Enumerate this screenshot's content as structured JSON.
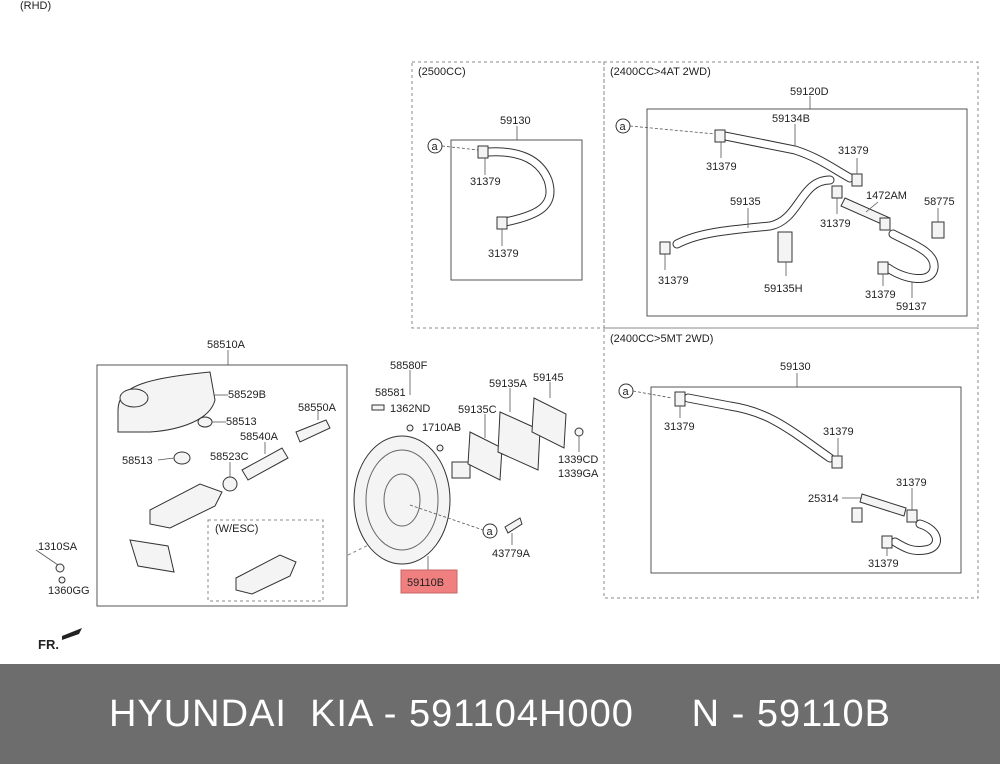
{
  "corner_note": "(RHD)",
  "front_marker": "FR.",
  "highlight_color": "#f08080",
  "footer": {
    "text": "HYUNDAI  KIA - 591104H000     N - 59110B",
    "background": "#6d6d6d"
  },
  "sections": {
    "s2500": {
      "title": "(2500CC)",
      "callout": "a"
    },
    "s4at": {
      "title": "(2400CC>4AT 2WD)",
      "callout": "a"
    },
    "s5mt": {
      "title": "(2400CC>5MT 2WD)",
      "callout": "a"
    },
    "wesc": {
      "title": "(W/ESC)"
    }
  },
  "labels": {
    "p59130_a": "59130",
    "p31379_a1": "31379",
    "p31379_a2": "31379",
    "p59120D": "59120D",
    "p59134B": "59134B",
    "p31379_b1": "31379",
    "p31379_b2": "31379",
    "p1472AM": "1472AM",
    "p31379_b3": "31379",
    "p59135": "59135",
    "p58775": "58775",
    "p31379_b4": "31379",
    "p59135H": "59135H",
    "p31379_b5": "31379",
    "p59137": "59137",
    "p58510A": "58510A",
    "p58529B": "58529B",
    "p58513_a": "58513",
    "p58550A": "58550A",
    "p58540A": "58540A",
    "p58523C": "58523C",
    "p58513_b": "58513",
    "p1310SA": "1310SA",
    "p1360GG": "1360GG",
    "p58580F": "58580F",
    "p58581": "58581",
    "p1362ND": "1362ND",
    "p1710AB": "1710AB",
    "p59135A": "59135A",
    "p59145": "59145",
    "p59135C": "59135C",
    "p1339CD": "1339CD",
    "p1339GA": "1339GA",
    "p43779A": "43779A",
    "p59110B": "59110B",
    "p59130_c": "59130",
    "p31379_c1": "31379",
    "p31379_c2": "31379",
    "p31379_c3": "31379",
    "p25314": "25314",
    "p31379_c4": "31379",
    "callout_booster": "a"
  }
}
